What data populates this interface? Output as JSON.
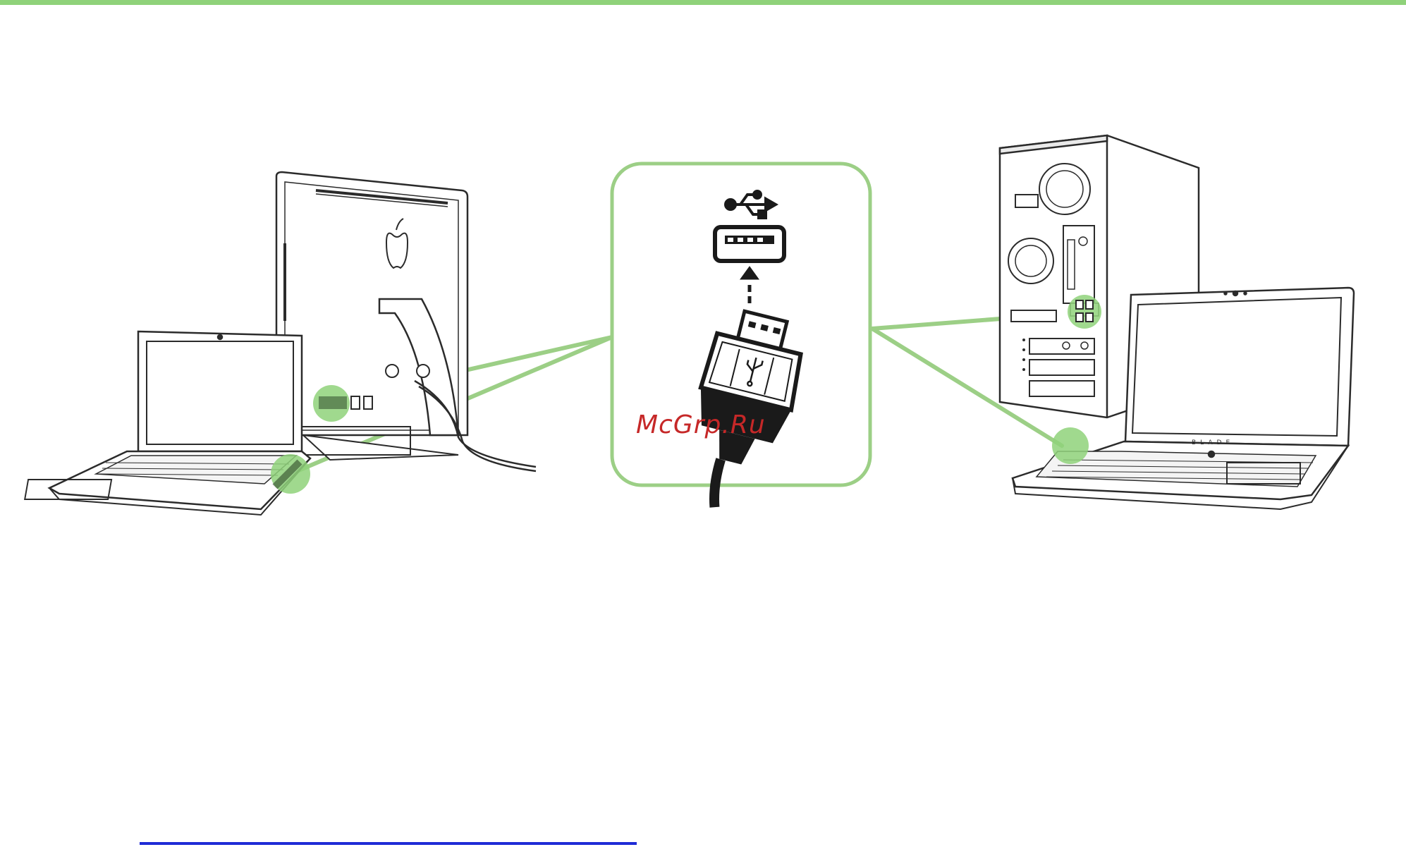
{
  "colors": {
    "accent_green": "#8fd27a",
    "connector_green": "#9ccf86",
    "line_art": "#2b2b2b",
    "watermark_red": "#c62828",
    "link_blue": "#1f2bd6"
  },
  "devices": [
    {
      "name": "imac-desktop",
      "icon": "all-in-one-desktop-icon"
    },
    {
      "name": "macbook-laptop",
      "icon": "laptop-icon"
    },
    {
      "name": "tower-pc",
      "icon": "tower-pc-icon"
    },
    {
      "name": "razer-blade-laptop",
      "icon": "laptop-icon"
    }
  ],
  "center_panel": {
    "usb_symbol": "usb-symbol-icon",
    "port": "usb-port-icon",
    "plug": "usb-plug-icon",
    "arrow": "dashed-arrow-up-icon"
  },
  "blade_logo_text": "BLADE",
  "watermark": "McGrp.Ru"
}
